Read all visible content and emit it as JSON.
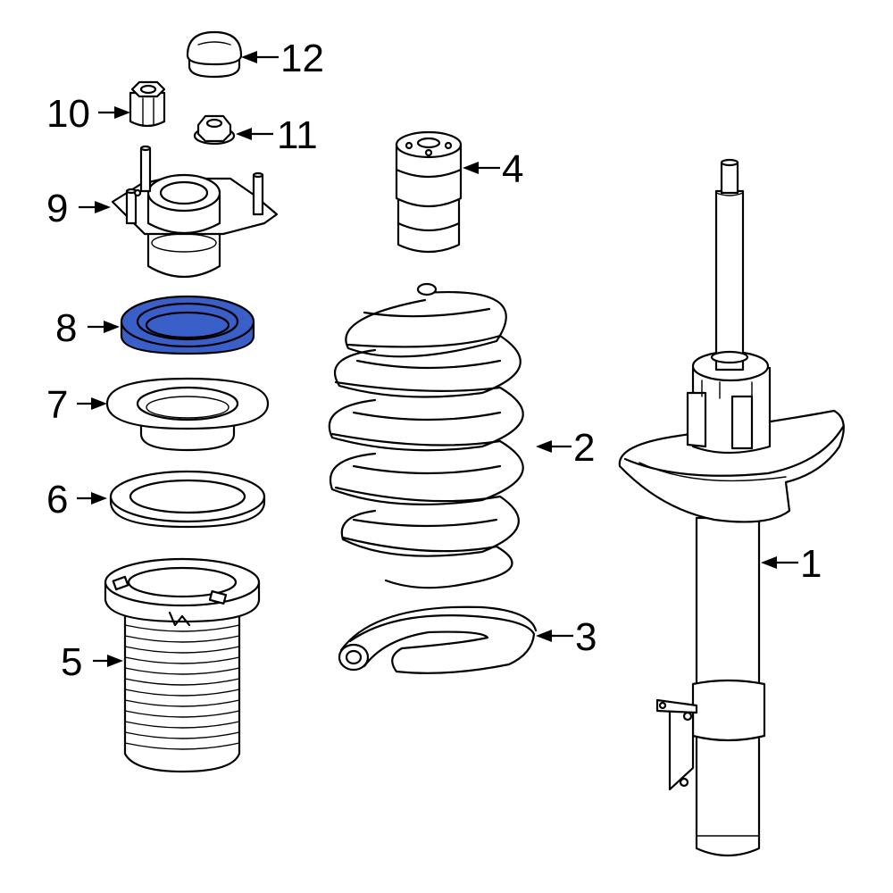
{
  "colors": {
    "highlight": "#3b5fc8",
    "line": "#000000",
    "background": "#ffffff"
  },
  "highlighted_part": "8",
  "callouts": [
    {
      "id": "1",
      "label": "1"
    },
    {
      "id": "2",
      "label": "2"
    },
    {
      "id": "3",
      "label": "3"
    },
    {
      "id": "4",
      "label": "4"
    },
    {
      "id": "5",
      "label": "5"
    },
    {
      "id": "6",
      "label": "6"
    },
    {
      "id": "7",
      "label": "7"
    },
    {
      "id": "8",
      "label": "8"
    },
    {
      "id": "9",
      "label": "9"
    },
    {
      "id": "10",
      "label": "10"
    },
    {
      "id": "11",
      "label": "11"
    },
    {
      "id": "12",
      "label": "12"
    }
  ]
}
